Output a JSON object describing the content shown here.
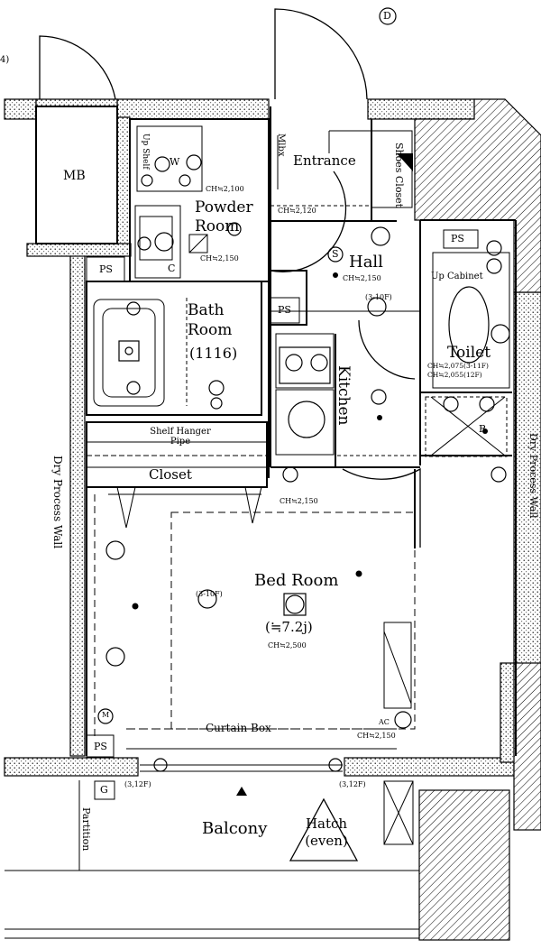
{
  "rooms": {
    "mb": "MB",
    "powder_room": "Powder Room",
    "bath_room": "Bath Room",
    "bath_size": "(1116)",
    "entrance": "Entrance",
    "hall": "Hall",
    "toilet": "Toilet",
    "kitchen": "Kitchen",
    "closet": "Closet",
    "shelf_hanger": "Shelf Hanger Pipe",
    "bed_room": "Bed Room",
    "bed_size": "(≒7.2j)",
    "balcony": "Balcony",
    "hatch": "Hatch (even)",
    "partition": "Partition",
    "curtain_box": "Curtain Box",
    "dry_process_wall": "Dry Process Wall",
    "shoes_closet": "Shoes Closet",
    "up_cabinet": "Up Cabinet",
    "milbox": "Mlbx",
    "up_shelf": "Up Shelf"
  },
  "symbols": {
    "ps": "PS",
    "d": "D",
    "s": "S",
    "c": "C",
    "m": "M",
    "g": "G",
    "r": "R",
    "w": "W",
    "ac": "AC"
  },
  "notes": {
    "ch_2100": "CH≒2,100",
    "ch_2150": "CH≒2,150",
    "ch_2120": "CH≒2,120",
    "ch_2500": "CH≒2,500",
    "ch_2075": "CH≒2,075(3-11F)",
    "ch_2055": "CH≒2,055(12F)",
    "floor_3_10": "(3-10F)",
    "floor_3_12": "(3,12F)",
    "edge_mark": "4)"
  }
}
